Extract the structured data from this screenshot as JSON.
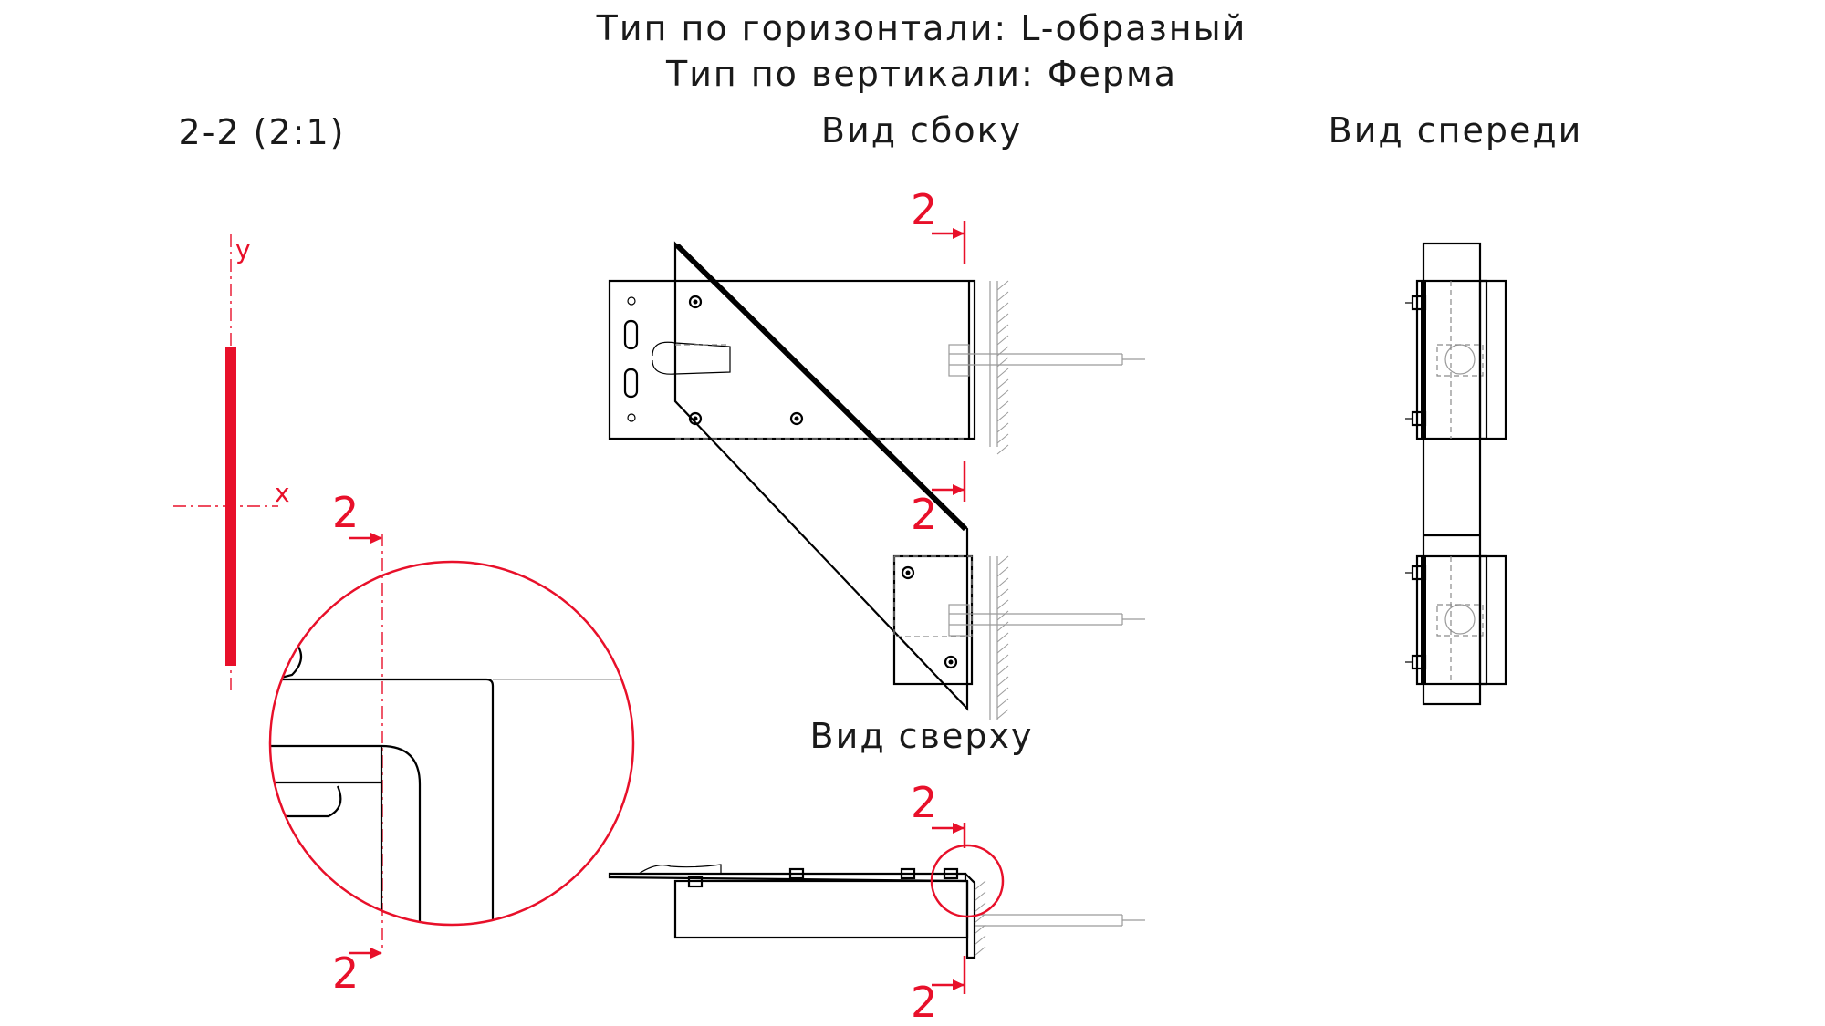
{
  "header": {
    "line1": "Тип по горизонтали: L-образный",
    "line2": "Тип по вертикали: Ферма"
  },
  "views": {
    "section": "2-2 (2:1)",
    "side": "Вид сбоку",
    "front": "Вид спереди",
    "top": "Вид сверху"
  },
  "section_marks": {
    "label": "2"
  },
  "axes": {
    "x": "x",
    "y": "y"
  },
  "colors": {
    "annotation": "#e8102a",
    "line": "#000000",
    "hidden": "#8a8a8a"
  }
}
